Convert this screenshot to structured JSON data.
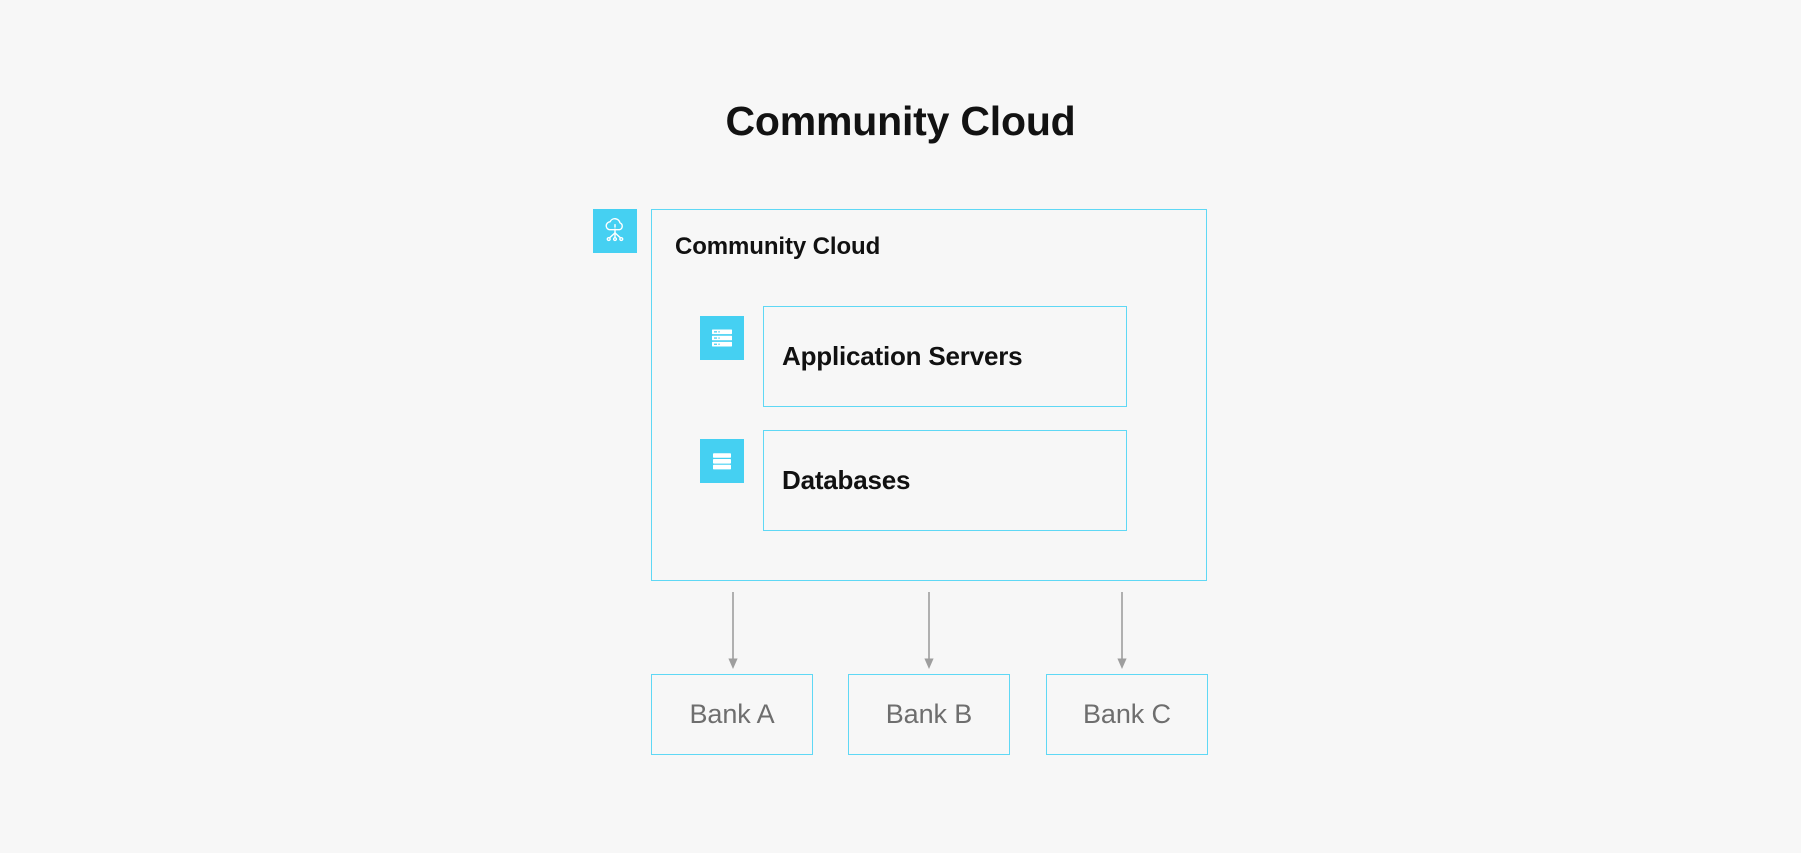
{
  "page": {
    "title": "Community Cloud",
    "background_color": "#f7f7f7",
    "accent_color": "#45d0f2",
    "border_color": "#5fd8f5",
    "arrow_color": "#9e9e9e"
  },
  "diagram": {
    "container": {
      "label": "Community Cloud",
      "icon": "cloud-network-icon"
    },
    "resources": [
      {
        "label": "Application Servers",
        "icon": "server-rack-icon"
      },
      {
        "label": "Databases",
        "icon": "database-stack-icon"
      }
    ],
    "connectors": [
      {
        "name": "arrow-to-bank-a",
        "direction": "down"
      },
      {
        "name": "arrow-to-bank-b",
        "direction": "down"
      },
      {
        "name": "arrow-to-bank-c",
        "direction": "down"
      }
    ],
    "consumers": [
      {
        "label": "Bank A"
      },
      {
        "label": "Bank B"
      },
      {
        "label": "Bank C"
      }
    ]
  }
}
